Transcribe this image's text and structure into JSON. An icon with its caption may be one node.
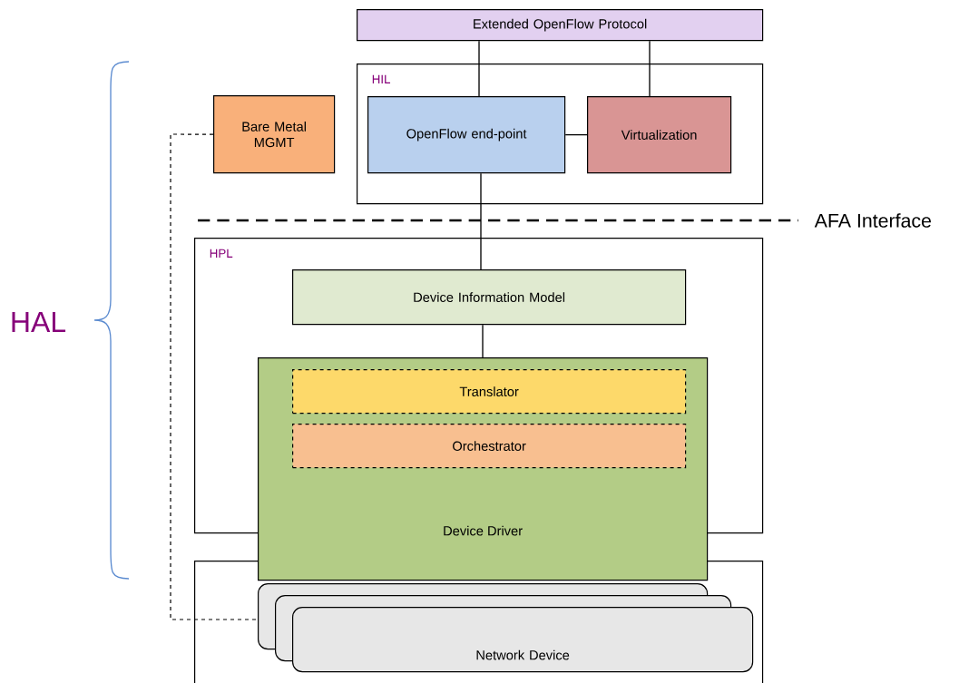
{
  "diagram": {
    "nodes": [
      {
        "text": [
          "Extended OpenFlow Protocol"
        ]
      },
      {
        "text": [
          "HIL"
        ]
      },
      {
        "text": [
          "OpenFlow end-point"
        ],
        "in": 1
      },
      {
        "text": [
          "Virtualization"
        ],
        "in": 1
      },
      {
        "text": [
          "Bare Metal MGMT"
        ]
      },
      {
        "text": [
          "HPL"
        ]
      },
      {
        "text": [
          "Device Information Model"
        ],
        "in": 5
      },
      {
        "text": [
          "Device Driver"
        ]
      },
      {
        "text": [
          "Translator"
        ]
      },
      {
        "text": [
          "Orchestrator"
        ]
      },
      {
        "text": [],
        "shape": "box"
      },
      {
        "text": [],
        "shape": "box",
        "in": 10
      },
      {
        "text": [],
        "shape": "box",
        "in": 10
      },
      {
        "text": [
          "Network Device"
        ],
        "in": 10
      }
    ],
    "edges": [
      {
        "from": 0,
        "to": 2,
        "arrow": "none"
      },
      {
        "from": 0,
        "to": 3,
        "arrow": "none"
      },
      {
        "from": 2,
        "to": 3,
        "arrow": "none"
      },
      {
        "from": 2,
        "to": 6,
        "arrow": "none"
      },
      {
        "from": 6,
        "to": 7,
        "arrow": "none"
      },
      {
        "from": 4,
        "to": 11,
        "arrow": "none",
        "style": "dashed"
      }
    ],
    "labels": [
      "AFA Interface",
      "HAL"
    ]
  }
}
